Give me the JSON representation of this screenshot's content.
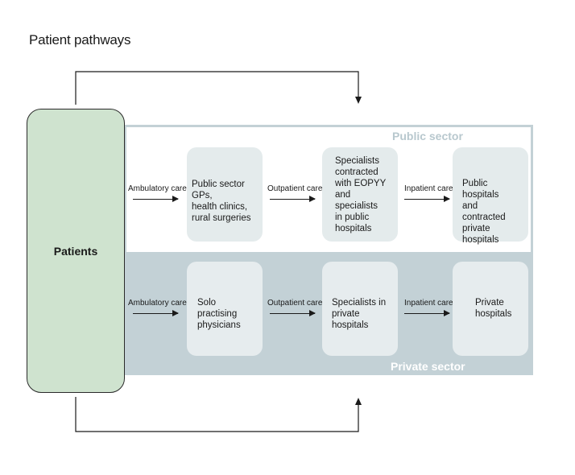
{
  "title": "Patient pathways",
  "patients": "Patients",
  "public_sector": {
    "label": "Public sector",
    "edges": [
      "Ambulatory care",
      "Outpatient care",
      "Inpatient care"
    ],
    "nodes": [
      "Public sector GPs,\nhealth clinics,\nrural surgeries",
      "Specialists\ncontracted\nwith EOPYY\nand\nspecialists\nin public\nhospitals",
      "Public hospitals\nand contracted\nprivate hospitals"
    ]
  },
  "private_sector": {
    "label": "Private sector",
    "edges": [
      "Ambulatory care",
      "Outpatient care",
      "Inpatient care"
    ],
    "nodes": [
      "Solo practising\nphysicians",
      "Specialists in\nprivate hospitals",
      "Private\nhospitals"
    ]
  },
  "colors": {
    "patients_fill": "#cfe3cf",
    "public_border": "#c3d1d6",
    "private_fill": "#c3d1d6",
    "node_fill": "#e4ebec"
  }
}
